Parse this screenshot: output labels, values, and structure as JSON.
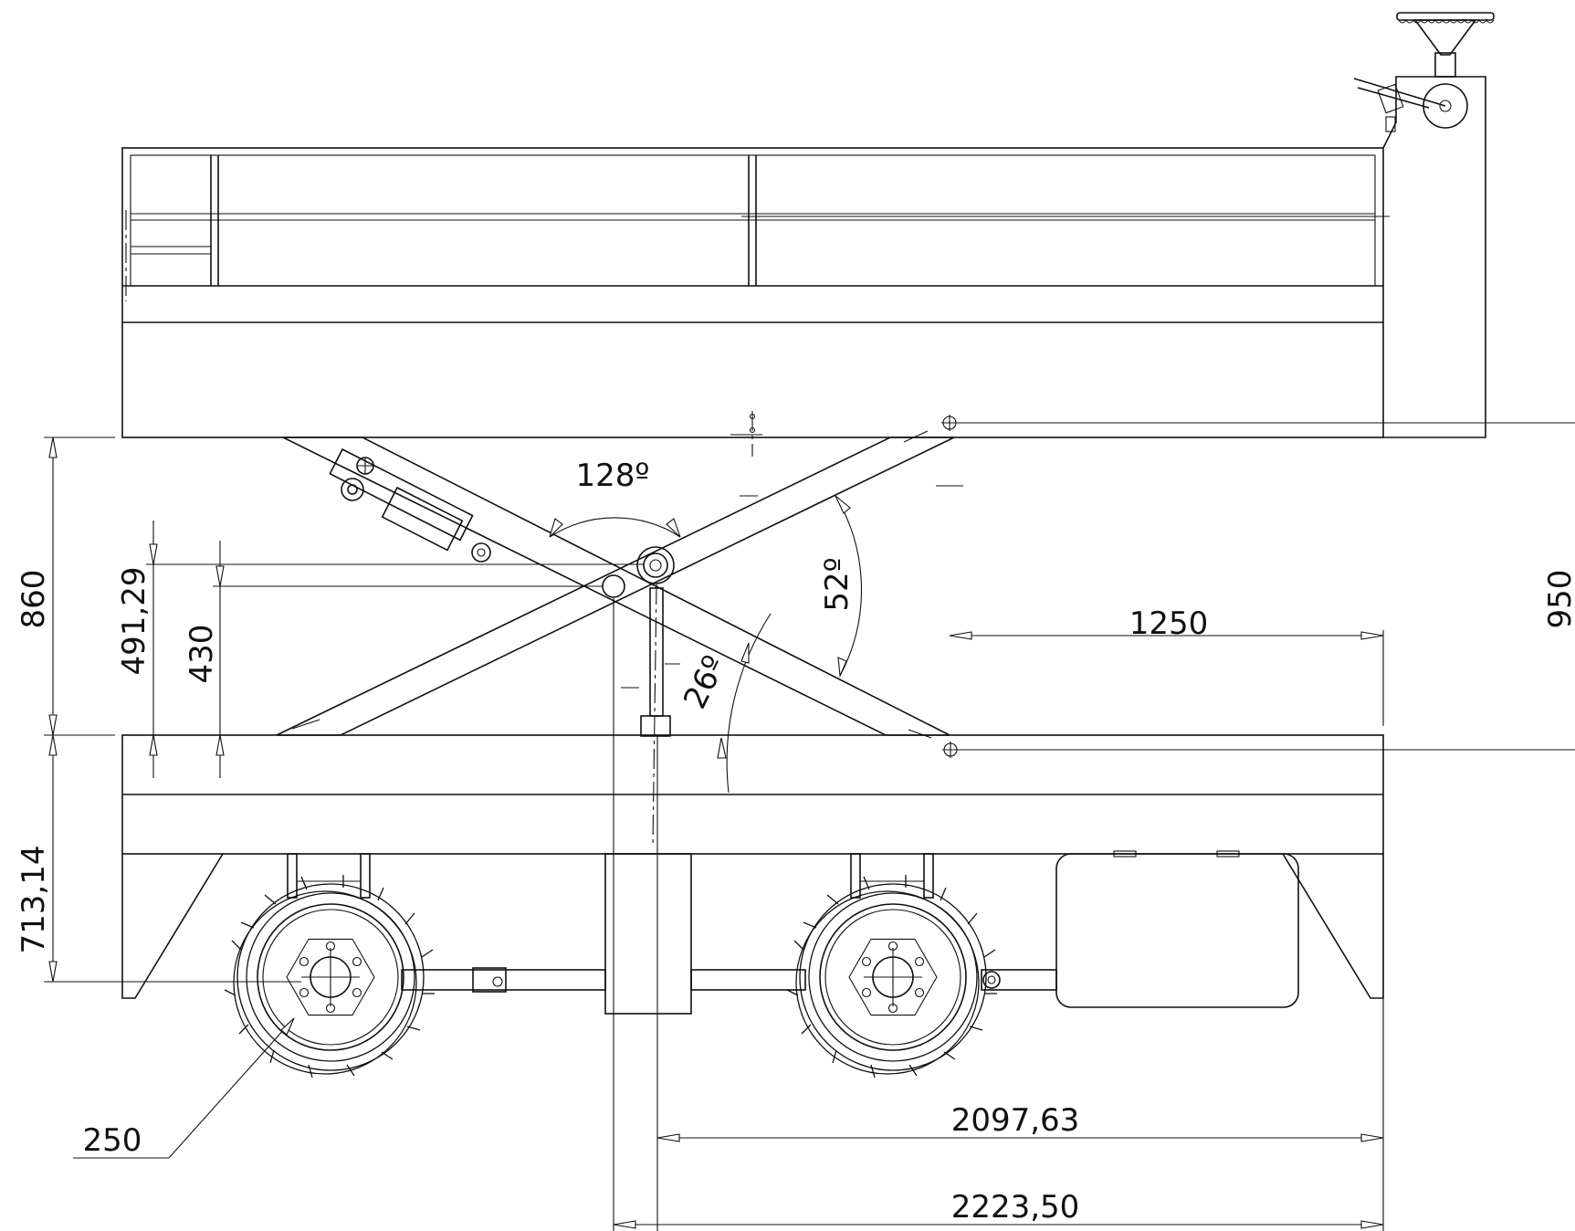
{
  "drawing": {
    "dimensions": {
      "platform_to_base": "860",
      "pivot_upper": "491,29",
      "pivot_lower": "430",
      "base_height": "713,14",
      "right_height": "950",
      "half_base": "1250",
      "wheelbase": "2097,63",
      "overall": "2223,50",
      "wheel_radius": "250"
    },
    "angles": {
      "scissor_included": "128º",
      "upper_arm": "52º",
      "lower_arm": "26º"
    }
  }
}
